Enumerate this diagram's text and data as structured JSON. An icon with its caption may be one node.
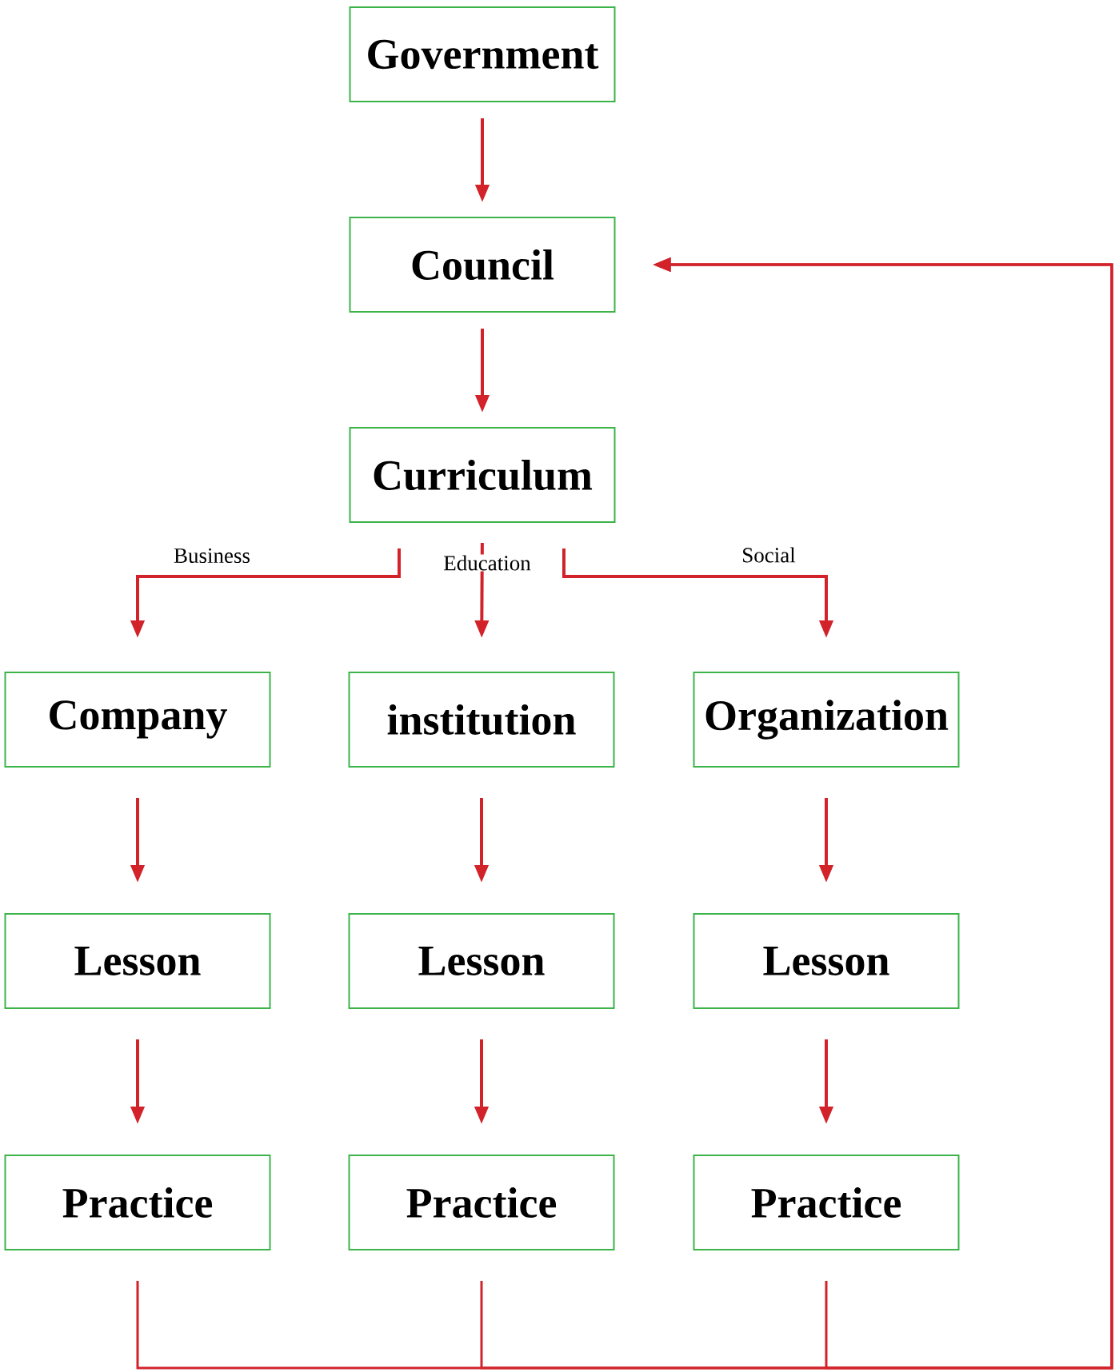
{
  "diagram": {
    "nodes": [
      {
        "text": [
          "Government"
        ]
      },
      {
        "text": [
          "Council"
        ]
      },
      {
        "text": [
          "Curriculum"
        ]
      },
      {
        "text": [
          "Company"
        ]
      },
      {
        "text": [
          "institution"
        ]
      },
      {
        "text": [
          "Organization"
        ]
      },
      {
        "text": [
          "Lesson"
        ]
      },
      {
        "text": [
          "Lesson"
        ]
      },
      {
        "text": [
          "Lesson"
        ]
      },
      {
        "text": [
          "Practice"
        ]
      },
      {
        "text": [
          "Practice"
        ]
      },
      {
        "text": [
          "Practice"
        ]
      }
    ],
    "edges": [
      {
        "from": 0,
        "to": 1,
        "arrow": "to"
      },
      {
        "from": 1,
        "to": 2,
        "arrow": "to"
      },
      {
        "from": 2,
        "to": 3,
        "arrow": "to",
        "label": "Business"
      },
      {
        "from": 2,
        "to": 4,
        "arrow": "to",
        "label": "Education"
      },
      {
        "from": 2,
        "to": 5,
        "arrow": "to",
        "label": "Social"
      },
      {
        "from": 3,
        "to": 6,
        "arrow": "to"
      },
      {
        "from": 4,
        "to": 7,
        "arrow": "to"
      },
      {
        "from": 5,
        "to": 8,
        "arrow": "to"
      },
      {
        "from": 6,
        "to": 9,
        "arrow": "to"
      },
      {
        "from": 7,
        "to": 10,
        "arrow": "to"
      },
      {
        "from": 8,
        "to": 11,
        "arrow": "to"
      },
      {
        "from": 9,
        "to": 1,
        "arrow": "to"
      },
      {
        "from": 10,
        "to": 1,
        "arrow": "to"
      },
      {
        "from": 11,
        "to": 1,
        "arrow": "to"
      }
    ]
  }
}
